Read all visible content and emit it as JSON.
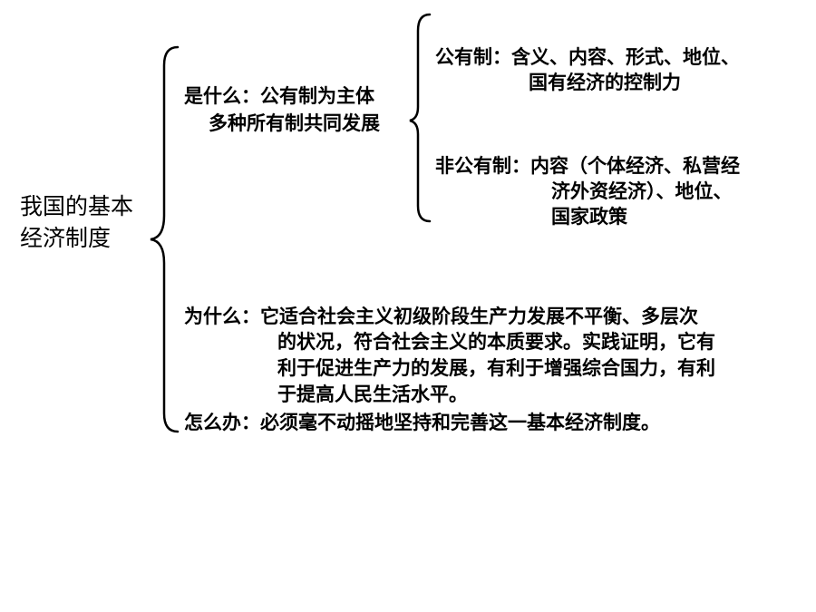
{
  "root": {
    "lines": [
      "我国的基本",
      "经济制度"
    ]
  },
  "what": {
    "lines": [
      "是什么：公有制为主体",
      "多种所有制共同发展"
    ]
  },
  "public": {
    "lines": [
      "公有制：含义、内容、形式、地位、",
      "国有经济的控制力"
    ]
  },
  "nonpublic": {
    "lines": [
      "非公有制：内容（个体经济、私营经",
      "济外资经济）、地位、",
      "国家政策"
    ]
  },
  "why": {
    "lines": [
      "为什么：它适合社会主义初级阶段生产力发展不平衡、多层次",
      "的状况，符合社会主义的本质要求。实践证明，它有",
      "利于促进生产力的发展，有利于增强综合国力，有利",
      "于提高人民生活水平。"
    ]
  },
  "how": {
    "lines": [
      "怎么办：必须毫不动摇地坚持和完善这一基本经济制度。"
    ]
  }
}
